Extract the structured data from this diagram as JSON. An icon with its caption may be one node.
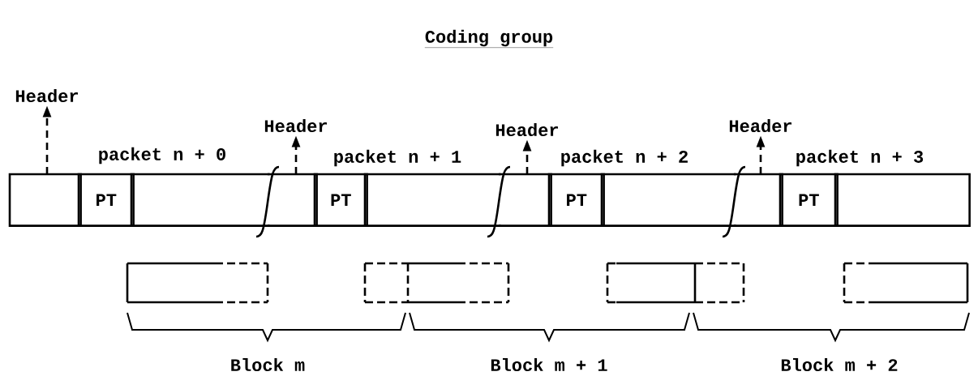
{
  "diagram": {
    "title": "Coding group",
    "nodes": [
      {
        "text": [
          "Header"
        ]
      },
      {
        "text": [
          "Header"
        ]
      },
      {
        "text": [
          "Header"
        ]
      },
      {
        "text": [
          "Header"
        ]
      },
      {
        "text": [],
        "shape": "box"
      },
      {
        "text": [
          "PT"
        ]
      },
      {
        "text": [],
        "shape": "box"
      },
      {
        "text": [],
        "shape": "box"
      },
      {
        "text": [
          "PT"
        ]
      },
      {
        "text": [],
        "shape": "box"
      },
      {
        "text": [],
        "shape": "box"
      },
      {
        "text": [
          "PT"
        ]
      },
      {
        "text": [],
        "shape": "box"
      },
      {
        "text": [],
        "shape": "box"
      },
      {
        "text": [
          "PT"
        ]
      },
      {
        "text": [],
        "shape": "box"
      }
    ],
    "edges": [
      {
        "from": 4,
        "to": 0,
        "arrow": "to",
        "style": "dashed"
      },
      {
        "from": 7,
        "to": 1,
        "arrow": "to",
        "style": "dashed"
      },
      {
        "from": 10,
        "to": 2,
        "arrow": "to",
        "style": "dashed"
      },
      {
        "from": 13,
        "to": 3,
        "arrow": "to",
        "style": "dashed"
      }
    ],
    "labels": [
      "packet n + 0",
      "packet n + 1",
      "packet n + 2",
      "packet n + 3",
      "Block m",
      "Block m + 1",
      "Block m + 2"
    ]
  }
}
